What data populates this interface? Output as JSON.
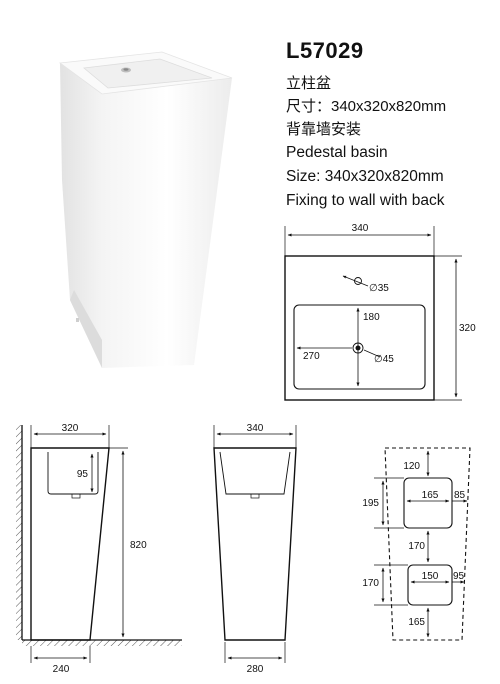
{
  "product": {
    "model": "L57029",
    "name_cn": "立柱盆",
    "size_cn": "尺寸：340x320x820mm",
    "install_cn": "背靠墙安装",
    "name_en": "Pedestal basin",
    "size_en": "Size:  340x320x820mm",
    "install_en": "Fixing to wall with back"
  },
  "top_view": {
    "width": "340",
    "depth": "320",
    "tap_hole": "∅35",
    "basin_depth": "180",
    "basin_width": "270",
    "drain_hole": "∅45"
  },
  "side_view": {
    "top_width": "320",
    "bowl_depth": "95",
    "height": "820",
    "base_width": "240"
  },
  "front_view": {
    "top_width": "340",
    "base_width": "280"
  },
  "back_view": {
    "dim_120": "120",
    "dim_195": "195",
    "dim_165a": "165",
    "dim_85": "85",
    "dim_170a": "170",
    "dim_170b": "170",
    "dim_150": "150",
    "dim_95": "95",
    "dim_165b": "165"
  }
}
